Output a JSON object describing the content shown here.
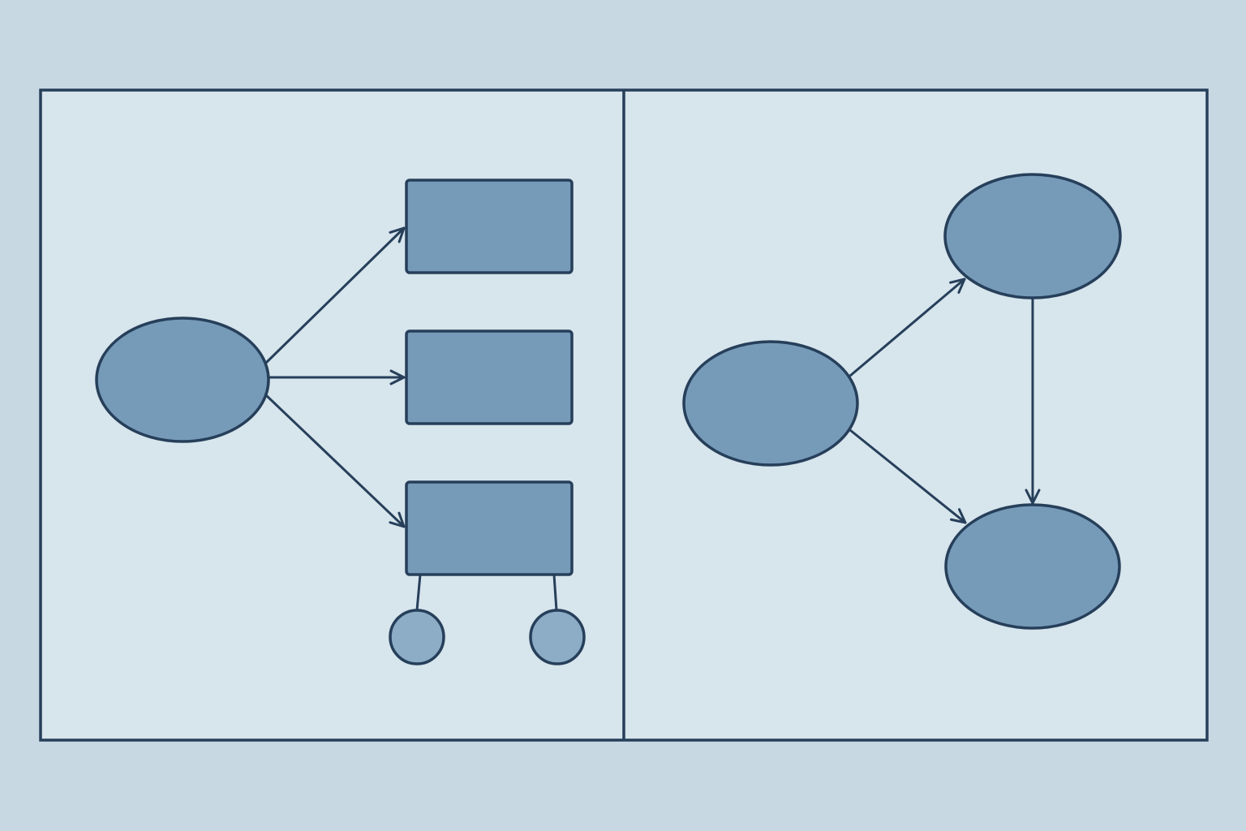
{
  "colors": {
    "page_background": "#c8d8e3",
    "frame_fill": "#d7e5ec",
    "node_fill": "#769bb8",
    "leaf_fill": "#8dacc5",
    "stroke": "#263f5a"
  },
  "icons": {
    "arrowhead": "open-chevron-arrowhead"
  },
  "diagram": {
    "left_panel": {
      "nodes": [
        {
          "id": "source",
          "shape": "ellipse"
        },
        {
          "id": "target-1",
          "shape": "rectangle"
        },
        {
          "id": "target-2",
          "shape": "rectangle"
        },
        {
          "id": "target-3",
          "shape": "rectangle"
        },
        {
          "id": "leaf-1",
          "shape": "circle"
        },
        {
          "id": "leaf-2",
          "shape": "circle"
        }
      ],
      "edges": [
        {
          "from": "source",
          "to": "target-1",
          "directed": true
        },
        {
          "from": "source",
          "to": "target-2",
          "directed": true
        },
        {
          "from": "source",
          "to": "target-3",
          "directed": true
        },
        {
          "from": "target-3",
          "to": "leaf-1",
          "directed": false
        },
        {
          "from": "target-3",
          "to": "leaf-2",
          "directed": false
        }
      ]
    },
    "right_panel": {
      "nodes": [
        {
          "id": "a",
          "shape": "ellipse"
        },
        {
          "id": "b",
          "shape": "ellipse"
        },
        {
          "id": "c",
          "shape": "ellipse"
        }
      ],
      "edges": [
        {
          "from": "a",
          "to": "b",
          "directed": true
        },
        {
          "from": "a",
          "to": "c",
          "directed": true
        },
        {
          "from": "b",
          "to": "c",
          "directed": true
        }
      ]
    }
  }
}
